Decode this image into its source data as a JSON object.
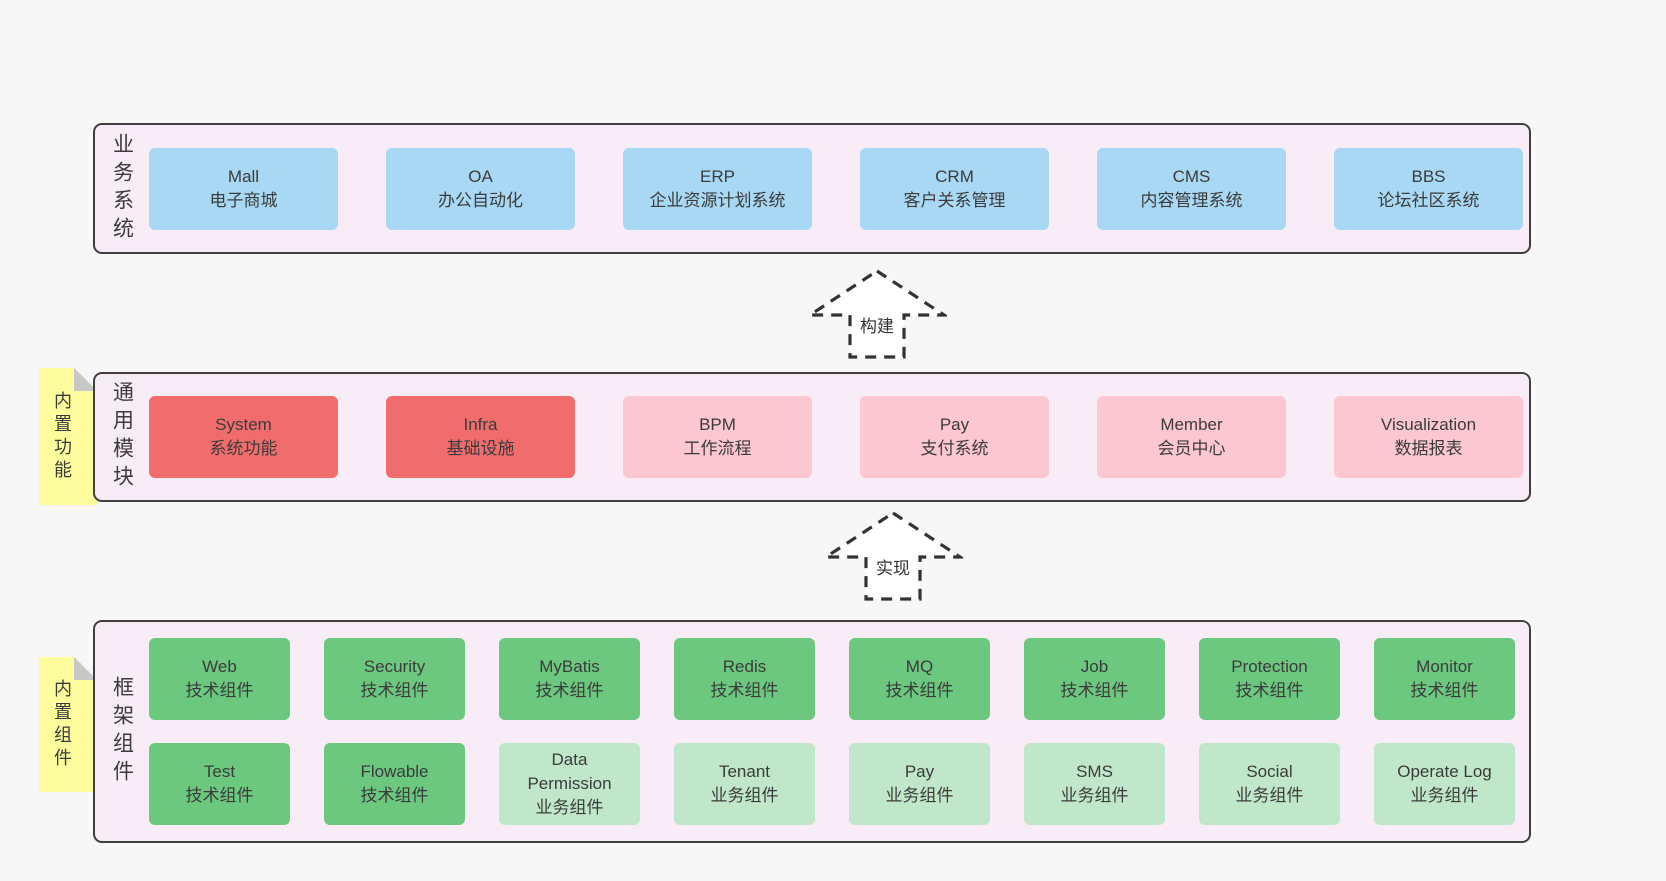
{
  "colors": {
    "page-bg": "#f7f7f7",
    "container-fill": "#f8edf6",
    "container-border": "#3f3f3f",
    "text": "#3b3b3b",
    "box-blue": "#a8d8f4",
    "box-red": "#f16d6d",
    "box-pink": "#fdc7d1",
    "box-green": "#6bc87e",
    "box-lightgreen": "#c0e7c9",
    "tab-yellow": "#fdfd9d",
    "tab-fold": "#c8c8c8"
  },
  "sections": [
    {
      "id": "business-systems",
      "side_label": "业务系统",
      "rows": [
        [
          {
            "title": "Mall",
            "subtitle": "电子商城",
            "color": "blue"
          },
          {
            "title": "OA",
            "subtitle": "办公自动化",
            "color": "blue"
          },
          {
            "title": "ERP",
            "subtitle": "企业资源计划系统",
            "color": "blue"
          },
          {
            "title": "CRM",
            "subtitle": "客户关系管理",
            "color": "blue"
          },
          {
            "title": "CMS",
            "subtitle": "内容管理系统",
            "color": "blue"
          },
          {
            "title": "BBS",
            "subtitle": "论坛社区系统",
            "color": "blue"
          }
        ]
      ]
    },
    {
      "id": "common-modules",
      "side_label": "通用模块",
      "tab_label": "内置功能",
      "rows": [
        [
          {
            "title": "System",
            "subtitle": "系统功能",
            "color": "red"
          },
          {
            "title": "Infra",
            "subtitle": "基础设施",
            "color": "red"
          },
          {
            "title": "BPM",
            "subtitle": "工作流程",
            "color": "pink"
          },
          {
            "title": "Pay",
            "subtitle": "支付系统",
            "color": "pink"
          },
          {
            "title": "Member",
            "subtitle": "会员中心",
            "color": "pink"
          },
          {
            "title": "Visualization",
            "subtitle": "数据报表",
            "color": "pink"
          }
        ]
      ]
    },
    {
      "id": "framework-components",
      "side_label": "框架组件",
      "tab_label": "内置组件",
      "rows": [
        [
          {
            "title": "Web",
            "subtitle": "技术组件",
            "color": "green"
          },
          {
            "title": "Security",
            "subtitle": "技术组件",
            "color": "green"
          },
          {
            "title": "MyBatis",
            "subtitle": "技术组件",
            "color": "green"
          },
          {
            "title": "Redis",
            "subtitle": "技术组件",
            "color": "green"
          },
          {
            "title": "MQ",
            "subtitle": "技术组件",
            "color": "green"
          },
          {
            "title": "Job",
            "subtitle": "技术组件",
            "color": "green"
          },
          {
            "title": "Protection",
            "subtitle": "技术组件",
            "color": "green"
          },
          {
            "title": "Monitor",
            "subtitle": "技术组件",
            "color": "green"
          }
        ],
        [
          {
            "title": "Test",
            "subtitle": "技术组件",
            "color": "green"
          },
          {
            "title": "Flowable",
            "subtitle": "技术组件",
            "color": "green"
          },
          {
            "title": "Data Permission",
            "subtitle": "业务组件",
            "color": "lightgreen"
          },
          {
            "title": "Tenant",
            "subtitle": "业务组件",
            "color": "lightgreen"
          },
          {
            "title": "Pay",
            "subtitle": "业务组件",
            "color": "lightgreen"
          },
          {
            "title": "SMS",
            "subtitle": "业务组件",
            "color": "lightgreen"
          },
          {
            "title": "Social",
            "subtitle": "业务组件",
            "color": "lightgreen"
          },
          {
            "title": "Operate Log",
            "subtitle": "业务组件",
            "color": "lightgreen"
          }
        ]
      ]
    }
  ],
  "arrows": [
    {
      "label": "构建"
    },
    {
      "label": "实现"
    }
  ]
}
